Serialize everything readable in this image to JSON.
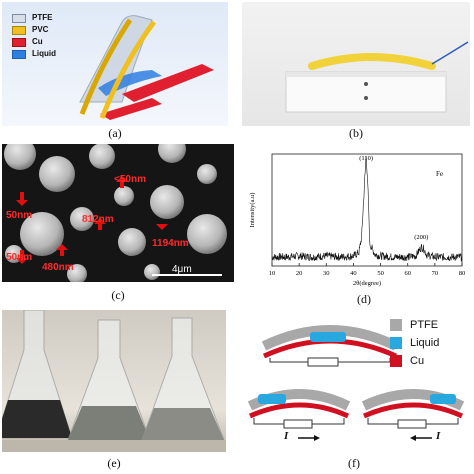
{
  "captions": {
    "a": "(a)",
    "b": "(b)",
    "c": "(c)",
    "d": "(d)",
    "e": "(e)",
    "f": "(f)"
  },
  "panel_a": {
    "legend": [
      {
        "label": "PTFE",
        "color": "#d8dee8"
      },
      {
        "label": "PVC",
        "color": "#f0c020"
      },
      {
        "label": "Cu",
        "color": "#e02030"
      },
      {
        "label": "Liquid",
        "color": "#2f7fe0"
      }
    ]
  },
  "panel_c": {
    "labels": [
      "<50nm",
      "50nm",
      "812nm",
      "50nm",
      "480nm",
      "1194nm"
    ],
    "scalebar": "4μm"
  },
  "chart_data": {
    "type": "line",
    "xlabel": "2θ(degree)",
    "ylabel": "Intensity(a.u)",
    "xlim": [
      10,
      80
    ],
    "xticks": [
      10,
      20,
      30,
      40,
      50,
      60,
      70,
      80
    ],
    "legend": "Fe",
    "series": [
      {
        "x": [
          10,
          15,
          20,
          25,
          30,
          35,
          40,
          42,
          43,
          44,
          44.7,
          45.5,
          46,
          48,
          50,
          55,
          60,
          63,
          65,
          66,
          67,
          70,
          75,
          80
        ],
        "values": [
          0.08,
          0.08,
          0.09,
          0.08,
          0.09,
          0.08,
          0.09,
          0.12,
          0.25,
          0.7,
          1.0,
          0.6,
          0.2,
          0.1,
          0.09,
          0.08,
          0.08,
          0.09,
          0.17,
          0.15,
          0.1,
          0.08,
          0.08,
          0.08
        ]
      }
    ],
    "annotations": [
      "(110)",
      "(200)"
    ]
  },
  "panel_f": {
    "legend": [
      {
        "label": "PTFE",
        "color": "#a8a8a8"
      },
      {
        "label": "Liquid",
        "color": "#29a8e0"
      },
      {
        "label": "Cu",
        "color": "#d01020"
      }
    ],
    "current_left": "I",
    "current_right": "I"
  }
}
